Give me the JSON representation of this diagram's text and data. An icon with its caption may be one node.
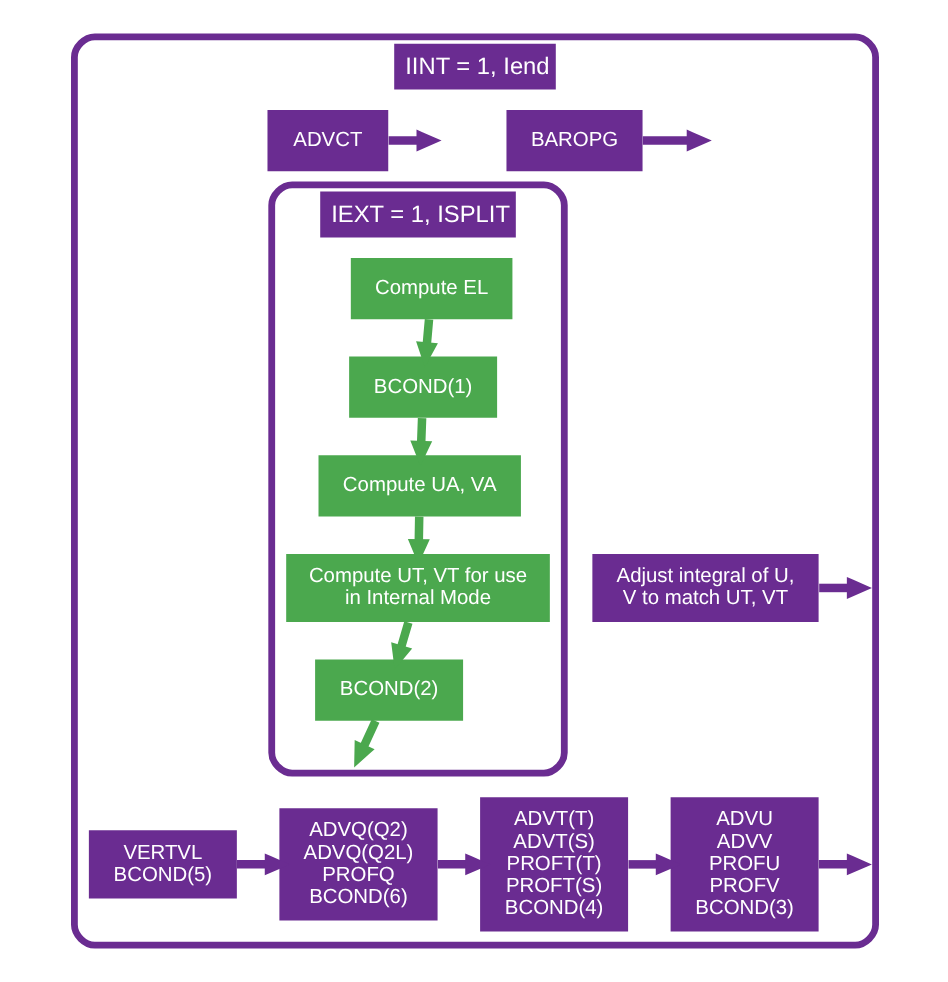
{
  "diagram": {
    "nodes": [
      {
        "text": [
          "IINT = 1, Iend"
        ]
      },
      {
        "text": [
          "ADVCT"
        ],
        "in": 0
      },
      {
        "text": [
          "BAROPG"
        ],
        "in": 0
      },
      {
        "text": [
          "IEXT = 1, ISPLIT"
        ],
        "in": 0
      },
      {
        "text": [
          "Compute EL"
        ],
        "in": 3
      },
      {
        "text": [
          "BCOND(1)"
        ],
        "in": 3
      },
      {
        "text": [
          "Compute UA, VA"
        ],
        "in": 3
      },
      {
        "text": [
          "Compute UT, VT for use in Internal Mode"
        ],
        "in": 3
      },
      {
        "text": [
          "BCOND(2)"
        ],
        "in": 3
      },
      {
        "text": [
          "Adjust integral of U, V to match UT, VT"
        ],
        "in": 0
      },
      {
        "text": [
          "VERTVL",
          "BCOND(5)"
        ],
        "in": 0
      },
      {
        "text": [
          "ADVQ(Q2)",
          "ADVQ(Q2L)",
          "PROFQ",
          "BCOND(6)"
        ],
        "in": 0
      },
      {
        "text": [
          "ADVT(T)",
          "ADVT(S)",
          "PROFT(T)",
          "PROFT(S)",
          "BCOND(4)"
        ],
        "in": 0
      },
      {
        "text": [
          "ADVU",
          "ADVV",
          "PROFU",
          "PROFV",
          "BCOND(3)"
        ],
        "in": 0
      }
    ],
    "edges": [
      {
        "from": 1,
        "to": null,
        "arrow": "to"
      },
      {
        "from": 2,
        "to": null,
        "arrow": "to"
      },
      {
        "from": 4,
        "to": 5,
        "arrow": "to",
        "color": "#4ba84e"
      },
      {
        "from": 5,
        "to": 6,
        "arrow": "to",
        "color": "#4ba84e"
      },
      {
        "from": 6,
        "to": 7,
        "arrow": "to",
        "color": "#4ba84e"
      },
      {
        "from": 7,
        "to": 8,
        "arrow": "to",
        "color": "#4ba84e"
      },
      {
        "from": 8,
        "to": null,
        "arrow": "to",
        "color": "#4ba84e"
      },
      {
        "from": 9,
        "to": null,
        "arrow": "to"
      },
      {
        "from": 10,
        "to": 11,
        "arrow": "to"
      },
      {
        "from": 11,
        "to": 12,
        "arrow": "to"
      },
      {
        "from": 12,
        "to": 13,
        "arrow": "to"
      },
      {
        "from": 13,
        "to": null,
        "arrow": "to"
      }
    ]
  }
}
